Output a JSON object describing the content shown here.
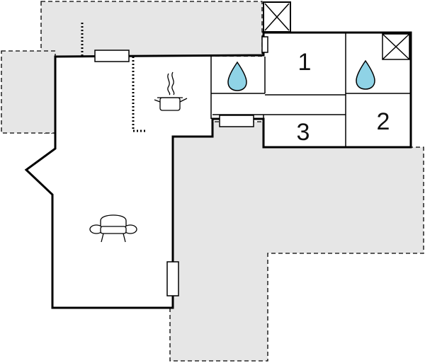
{
  "floor_plan": {
    "colors": {
      "exterior_fill": "#e6e6e6",
      "wall": "#000000",
      "water_drop": "#8fd3e6",
      "background": "#ffffff"
    },
    "rooms": [
      {
        "id": "bedroom-1",
        "label": "1"
      },
      {
        "id": "bedroom-2",
        "label": "2"
      },
      {
        "id": "bedroom-3",
        "label": "3"
      }
    ],
    "icons": [
      "kitchen-pot-icon",
      "sofa-icon",
      "water-drop-icon",
      "water-drop-icon",
      "chimney-icon",
      "storage-icon"
    ]
  }
}
